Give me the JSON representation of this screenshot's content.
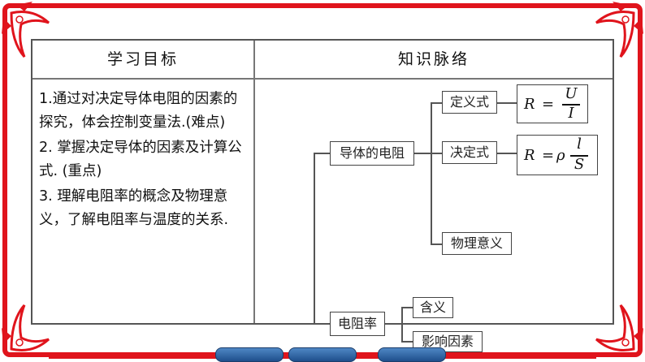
{
  "table": {
    "header_left": "学习目标",
    "header_right": "知识脉络"
  },
  "goals": [
    "1.通过对决定导体电阻的因素的探究，体会控制变量法.(难点)",
    "2.  掌握决定导体的因素及计算公式.  (重点)",
    "3.  理解电阻率的概念及物理意义，了解电阻率与温度的关系."
  ],
  "mindmap": {
    "root1": "导体的电阻",
    "branch_def": "定义式",
    "branch_det": "决定式",
    "branch_phys": "物理意义",
    "root2": "电阻率",
    "branch_meaning": "含义",
    "branch_factors": "影响因素"
  },
  "formulas": {
    "def": {
      "lhs": "R",
      "eq": "=",
      "num": "U",
      "den": "I"
    },
    "det": {
      "lhs": "R",
      "eq": "=",
      "rho": "ρ",
      "num": "l",
      "den": "S"
    }
  },
  "colors": {
    "frame": "#e0141c",
    "nav": "#2f64a6"
  }
}
